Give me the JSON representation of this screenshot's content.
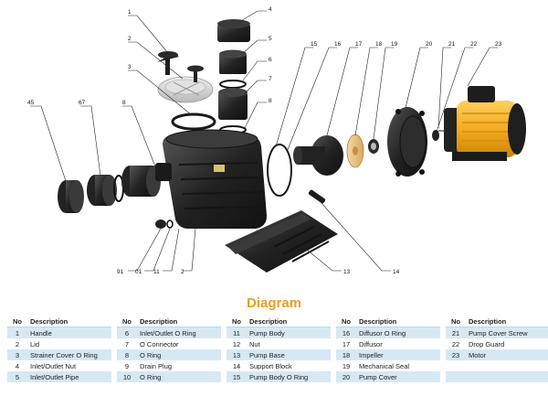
{
  "title": "Diagram",
  "callouts": [
    "1",
    "2",
    "3",
    "4",
    "5",
    "6",
    "7",
    "8",
    "45",
    "67",
    "8",
    "15",
    "16",
    "17",
    "18",
    "19",
    "20",
    "21",
    "22",
    "23",
    "91",
    "01",
    "11",
    "2",
    "13",
    "14"
  ],
  "table": {
    "headers": [
      {
        "no": "No",
        "desc": "Description"
      },
      {
        "no": "No",
        "desc": "Description"
      },
      {
        "no": "No",
        "desc": "Description"
      },
      {
        "no": "No",
        "desc": "Description"
      },
      {
        "no": "No",
        "desc": "Description"
      }
    ],
    "rows": [
      [
        {
          "no": "1",
          "desc": "Handle"
        },
        {
          "no": "6",
          "desc": "Inlet/Outlet O Ring"
        },
        {
          "no": "11",
          "desc": "Pump Body"
        },
        {
          "no": "16",
          "desc": "Diffusor O Ring"
        },
        {
          "no": "21",
          "desc": "Pump Cover Screw"
        }
      ],
      [
        {
          "no": "2",
          "desc": "Lid"
        },
        {
          "no": "7",
          "desc": "O Connector"
        },
        {
          "no": "12",
          "desc": "Nut"
        },
        {
          "no": "17",
          "desc": "Diffusor"
        },
        {
          "no": "22",
          "desc": "Drop Guard"
        }
      ],
      [
        {
          "no": "3",
          "desc": "Strainer Cover O Ring"
        },
        {
          "no": "8",
          "desc": "O Ring"
        },
        {
          "no": "13",
          "desc": "Pump Base"
        },
        {
          "no": "18",
          "desc": "Impeller"
        },
        {
          "no": "23",
          "desc": "Motor"
        }
      ],
      [
        {
          "no": "4",
          "desc": "Inlet/Outlet Nut"
        },
        {
          "no": "9",
          "desc": "Drain Plug"
        },
        {
          "no": "14",
          "desc": "Support Block"
        },
        {
          "no": "19",
          "desc": "Mechanical Seal"
        },
        {
          "no": "",
          "desc": ""
        }
      ],
      [
        {
          "no": "5",
          "desc": "Inlet/Outlet Pipe"
        },
        {
          "no": "10",
          "desc": "O Ring"
        },
        {
          "no": "15",
          "desc": "Pump Body O Ring"
        },
        {
          "no": "20",
          "desc": "Pump Cover"
        },
        {
          "no": "",
          "desc": ""
        }
      ]
    ]
  },
  "colors": {
    "caption": "#e8a020",
    "row_highlight": "#d6e8f4",
    "motor": "#f2a81d",
    "body": "#2a2a2a"
  }
}
